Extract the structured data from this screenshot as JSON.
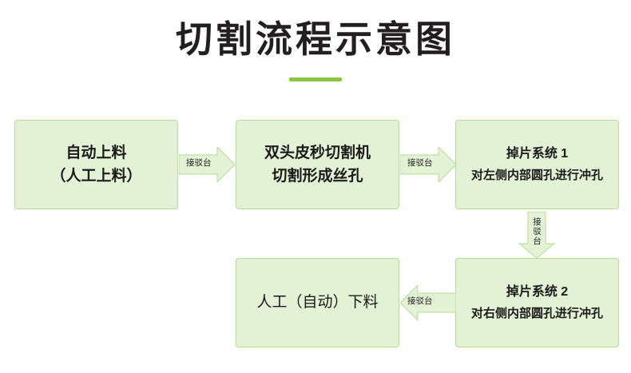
{
  "title": "切割流程示意图",
  "accent_color": "#8cc63f",
  "box_fill": "#e3f2d4",
  "box_border": "#b7dc95",
  "boxes": {
    "feed": {
      "line1": "自动上料",
      "line2": "（人工上料）"
    },
    "cutter": {
      "line1": "双头皮秒切割机",
      "line2": "切割形成丝孔"
    },
    "drop1": {
      "line1": "掉片系统 1",
      "line2": "对左侧内部圆孔进行冲孔"
    },
    "drop2": {
      "line1": "掉片系统 2",
      "line2": "对右侧内部圆孔进行冲孔"
    },
    "unload": {
      "line1": "人工（自动）下料"
    }
  },
  "arrows": {
    "a1": {
      "label": "接驳台",
      "direction": "right"
    },
    "a2": {
      "label": "接驳台",
      "direction": "right"
    },
    "a3": {
      "label": "接驳台",
      "direction": "down"
    },
    "a4": {
      "label": "接驳台",
      "direction": "left"
    }
  }
}
